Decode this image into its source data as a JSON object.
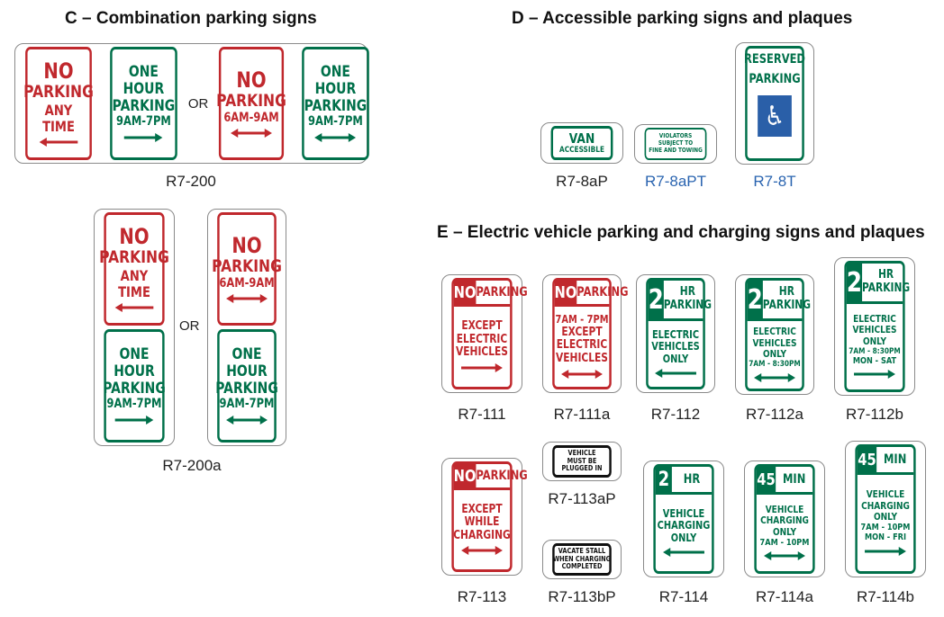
{
  "sections": {
    "c": {
      "title": "C – Combination parking signs"
    },
    "d": {
      "title": "D – Accessible parking signs and plaques"
    },
    "e": {
      "title": "E – Electric vehicle parking and charging signs and plaques"
    }
  },
  "or_label": "OR",
  "codes": {
    "r7_200": "R7-200",
    "r7_200a": "R7-200a",
    "r7_8ap": "R7-8aP",
    "r7_8apt": "R7-8aPT",
    "r7_8t": "R7-8T",
    "r7_111": "R7-111",
    "r7_111a": "R7-111a",
    "r7_112": "R7-112",
    "r7_112a": "R7-112a",
    "r7_112b": "R7-112b",
    "r7_113": "R7-113",
    "r7_113ap": "R7-113aP",
    "r7_113bp": "R7-113bP",
    "r7_114": "R7-114",
    "r7_114a": "R7-114a",
    "r7_114b": "R7-114b"
  },
  "colors": {
    "red": "#c0282d",
    "green": "#00704a",
    "blue": "#2a5fa8",
    "code_blue": "#2a64b0"
  },
  "text": {
    "no": "NO",
    "parking": "PARKING",
    "any": "ANY",
    "time": "TIME",
    "one": "ONE",
    "hour": "HOUR",
    "t_9_7": "9AM-7PM",
    "t_6_9": "6AM-9AM",
    "van": "VAN",
    "accessible": "ACCESSIBLE",
    "violators_1": "VIOLATORS",
    "violators_2": "SUBJECT TO",
    "violators_3": "FINE AND TOWING",
    "reserved": "RESERVED",
    "isa_symbol": "♿",
    "except": "EXCEPT",
    "electric": "ELECTRIC",
    "vehicles": "VEHICLES",
    "t_7_7": "7AM - 7PM",
    "two": "2",
    "hr": "HR",
    "only": "ONLY",
    "t_7_830": "7AM - 8:30PM",
    "mon_sat": "MON - SAT",
    "while": "WHILE",
    "charging": "CHARGING",
    "vehicle": "VEHICLE",
    "must_be": "MUST BE",
    "plugged_in": "PLUGGED IN",
    "vacate_stall": "VACATE STALL",
    "when_charging": "WHEN CHARGING",
    "completed": "COMPLETED",
    "forty_five": "45",
    "min": "MIN",
    "t_7_10": "7AM - 10PM",
    "mon_fri": "MON - FRI"
  }
}
